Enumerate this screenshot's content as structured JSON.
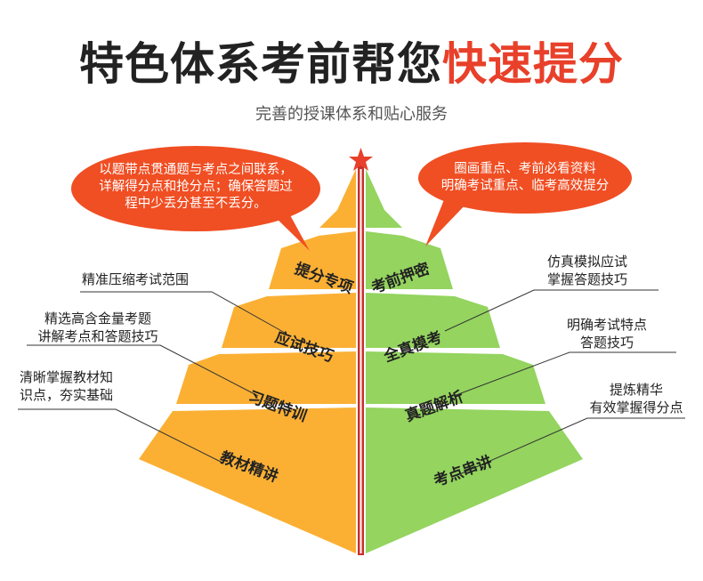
{
  "title": {
    "main": "特色体系考前帮您",
    "highlight": "快速提分"
  },
  "subtitle": "完善的授课体系和贴心服务",
  "left_bubble": {
    "lines": [
      "以题带点贯通题与考点之间联系，",
      "详解得分点和抢分点；确保答题过",
      "程中少丢分甚至不丢分。"
    ]
  },
  "right_bubble": {
    "lines": [
      "圈画重点、考前必看资料",
      "明确考试重点、临考高效提分"
    ]
  },
  "left_levels": [
    "提分专项",
    "应试技巧",
    "习题特训",
    "教材精讲"
  ],
  "right_levels": [
    "考前押密",
    "全真模考",
    "真题解析",
    "考点串讲"
  ],
  "left_annotations": [
    {
      "lines": [
        "精准压缩考试范围"
      ]
    },
    {
      "lines": [
        "精选高含金量考题",
        "讲解考点和答题技巧"
      ]
    },
    {
      "lines": [
        "清晰掌握教材知",
        "识点，夯实基础"
      ]
    }
  ],
  "right_annotations": [
    {
      "lines": [
        "仿真模拟应试",
        "掌握答题技巧"
      ]
    },
    {
      "lines": [
        "明确考试特点",
        "答题技巧"
      ]
    },
    {
      "lines": [
        "提炼精华",
        "有效掌握得分点"
      ]
    }
  ],
  "colors": {
    "left": "#fbb034",
    "right": "#94d45f",
    "accent": "#e8402a",
    "bubble": "#f04e23"
  }
}
